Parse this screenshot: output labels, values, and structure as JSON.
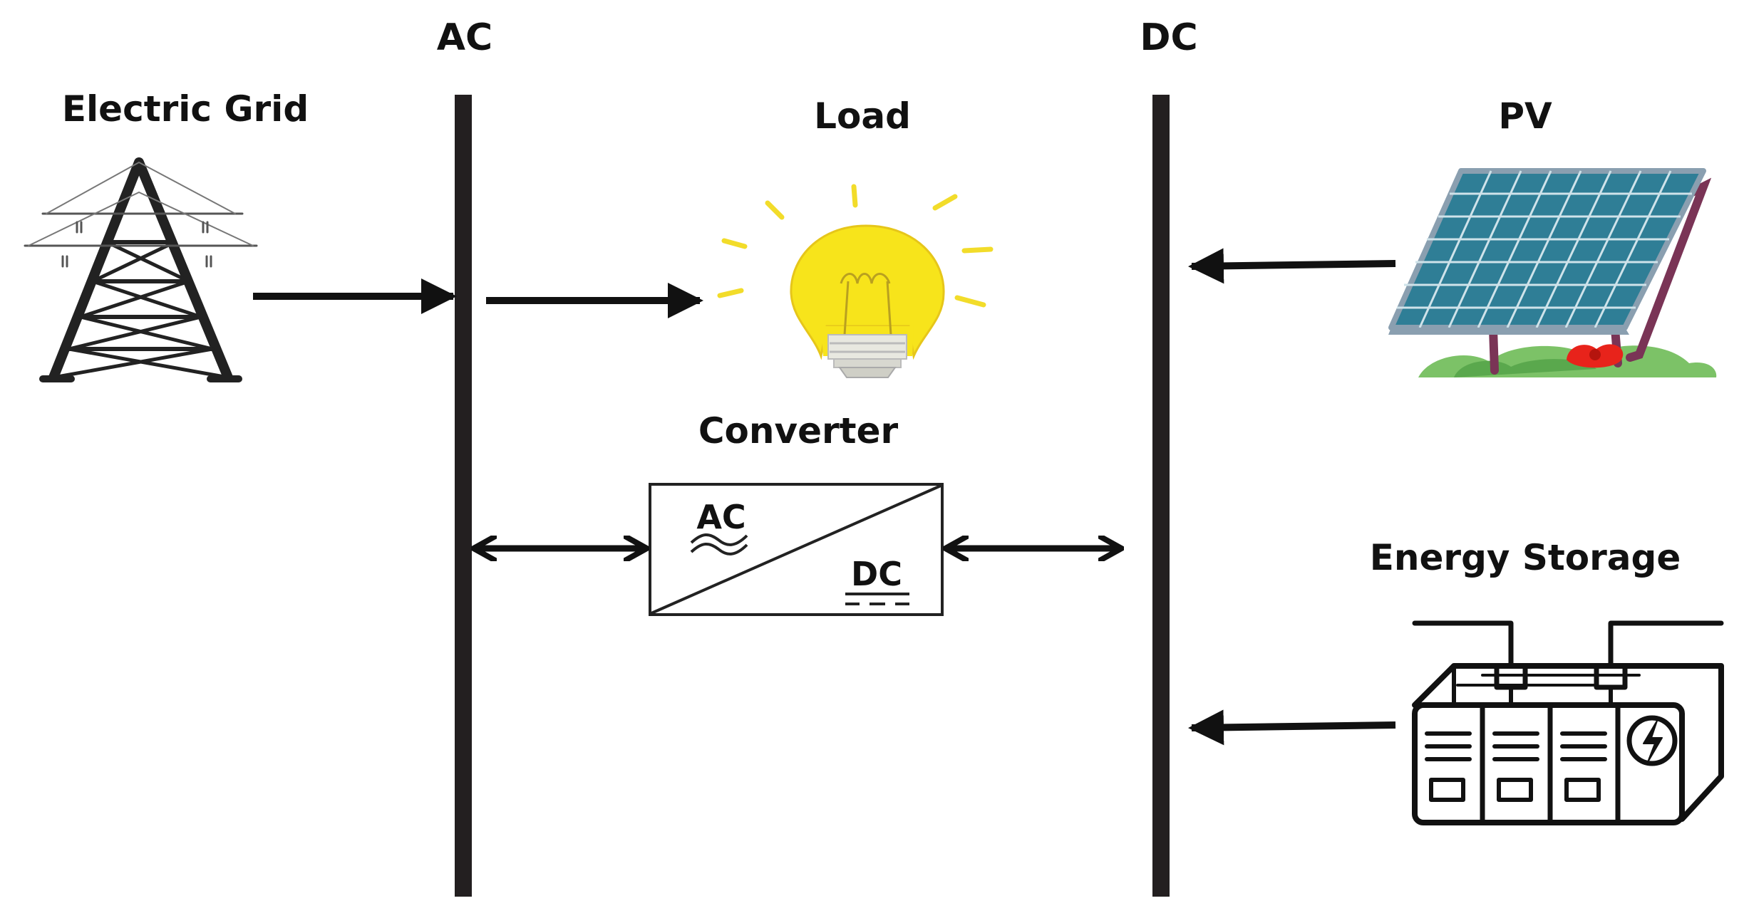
{
  "labels": {
    "ac_bus": "AC",
    "dc_bus": "DC",
    "grid": "Electric Grid",
    "load": "Load",
    "converter": "Converter",
    "pv": "PV",
    "storage": "Energy Storage",
    "converter_ac": "AC",
    "converter_dc": "DC"
  },
  "icons": {
    "grid": "transmission-tower-icon",
    "load": "light-bulb-icon",
    "converter": "ac-dc-converter-icon",
    "pv": "solar-panel-icon",
    "storage": "battery-icon"
  },
  "colors": {
    "line": "#111111",
    "bus": "#231f20",
    "bulb": "#f7e41b",
    "rays": "#f2dc2a",
    "panel": "#2f7e96",
    "panel_frame": "#8a9fb0",
    "panel_leg": "#7a3456",
    "grass": "#7cc267",
    "flower": "#e8231b"
  }
}
